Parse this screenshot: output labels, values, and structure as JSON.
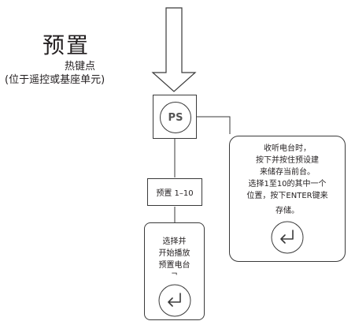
{
  "heading": {
    "title": "预置",
    "subtitle": "热键点",
    "note": "(位于遥控或基座单元)"
  },
  "ps_button": {
    "label": "PS"
  },
  "step_box": {
    "label": "预置 1–10"
  },
  "callout": {
    "lines": [
      "收听电台时，",
      "按下并按住预设建",
      "来储存当前台。",
      "选择1至10的其中一个",
      "位置，按下ENTER键来",
      "存储。"
    ]
  },
  "bottom_box": {
    "lines": [
      "选择并",
      "开始播放",
      "预置电台",
      "¬"
    ]
  },
  "colors": {
    "stroke": "#3a3a3a",
    "text": "#231f20",
    "background": "#ffffff"
  }
}
